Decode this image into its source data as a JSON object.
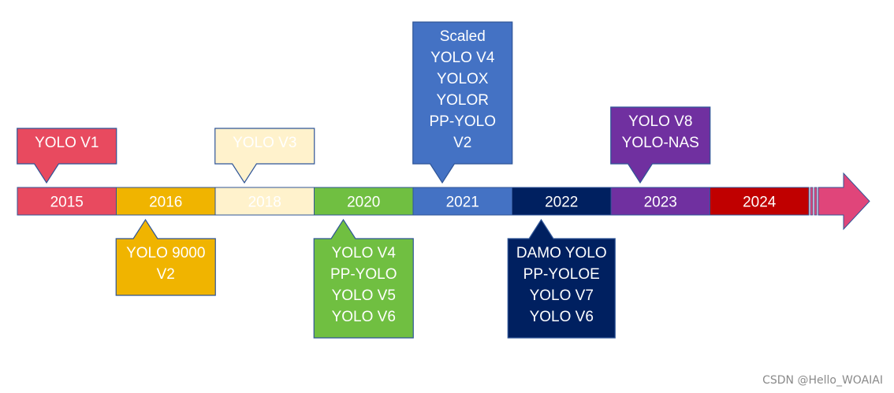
{
  "timeline": {
    "arrow_color": "#E0457A",
    "segments": [
      {
        "year": "2015",
        "color": "#E84A5F",
        "text_color": "#ffffff"
      },
      {
        "year": "2016",
        "color": "#F0B400",
        "text_color": "#ffffff"
      },
      {
        "year": "2018",
        "color": "#FFF2CC",
        "text_color": "#ffffff"
      },
      {
        "year": "2020",
        "color": "#70BF41",
        "text_color": "#ffffff"
      },
      {
        "year": "2021",
        "color": "#4472C4",
        "text_color": "#ffffff"
      },
      {
        "year": "2022",
        "color": "#002060",
        "text_color": "#ffffff"
      },
      {
        "year": "2023",
        "color": "#7030A0",
        "text_color": "#ffffff"
      },
      {
        "year": "2024",
        "color": "#C00000",
        "text_color": "#ffffff"
      }
    ]
  },
  "callouts": [
    {
      "id": "2015",
      "position": "above",
      "color": "#E84A5F",
      "text_color": "#ffffff",
      "lines": [
        "YOLO V1"
      ]
    },
    {
      "id": "2016",
      "position": "below",
      "color": "#F0B400",
      "text_color": "#ffffff",
      "lines": [
        "YOLO 9000",
        "V2"
      ]
    },
    {
      "id": "2018",
      "position": "above",
      "color": "#FFF2CC",
      "text_color": "#ffffff",
      "lines": [
        "YOLO V3"
      ]
    },
    {
      "id": "2020",
      "position": "below",
      "color": "#70BF41",
      "text_color": "#ffffff",
      "lines": [
        "YOLO V4",
        "PP-YOLO",
        "YOLO V5",
        "YOLO V6"
      ]
    },
    {
      "id": "2021",
      "position": "above",
      "color": "#4472C4",
      "text_color": "#ffffff",
      "lines": [
        "Scaled",
        "YOLO V4",
        "YOLOX",
        "YOLOR",
        "PP-YOLO",
        "V2"
      ]
    },
    {
      "id": "2022",
      "position": "below",
      "color": "#002060",
      "text_color": "#ffffff",
      "lines": [
        "DAMO YOLO",
        "PP-YOLOE",
        "YOLO V7",
        "YOLO V6"
      ]
    },
    {
      "id": "2023",
      "position": "above",
      "color": "#7030A0",
      "text_color": "#ffffff",
      "lines": [
        "YOLO V8",
        "YOLO-NAS"
      ]
    }
  ],
  "watermark": "CSDN @Hello_WOAIAI"
}
